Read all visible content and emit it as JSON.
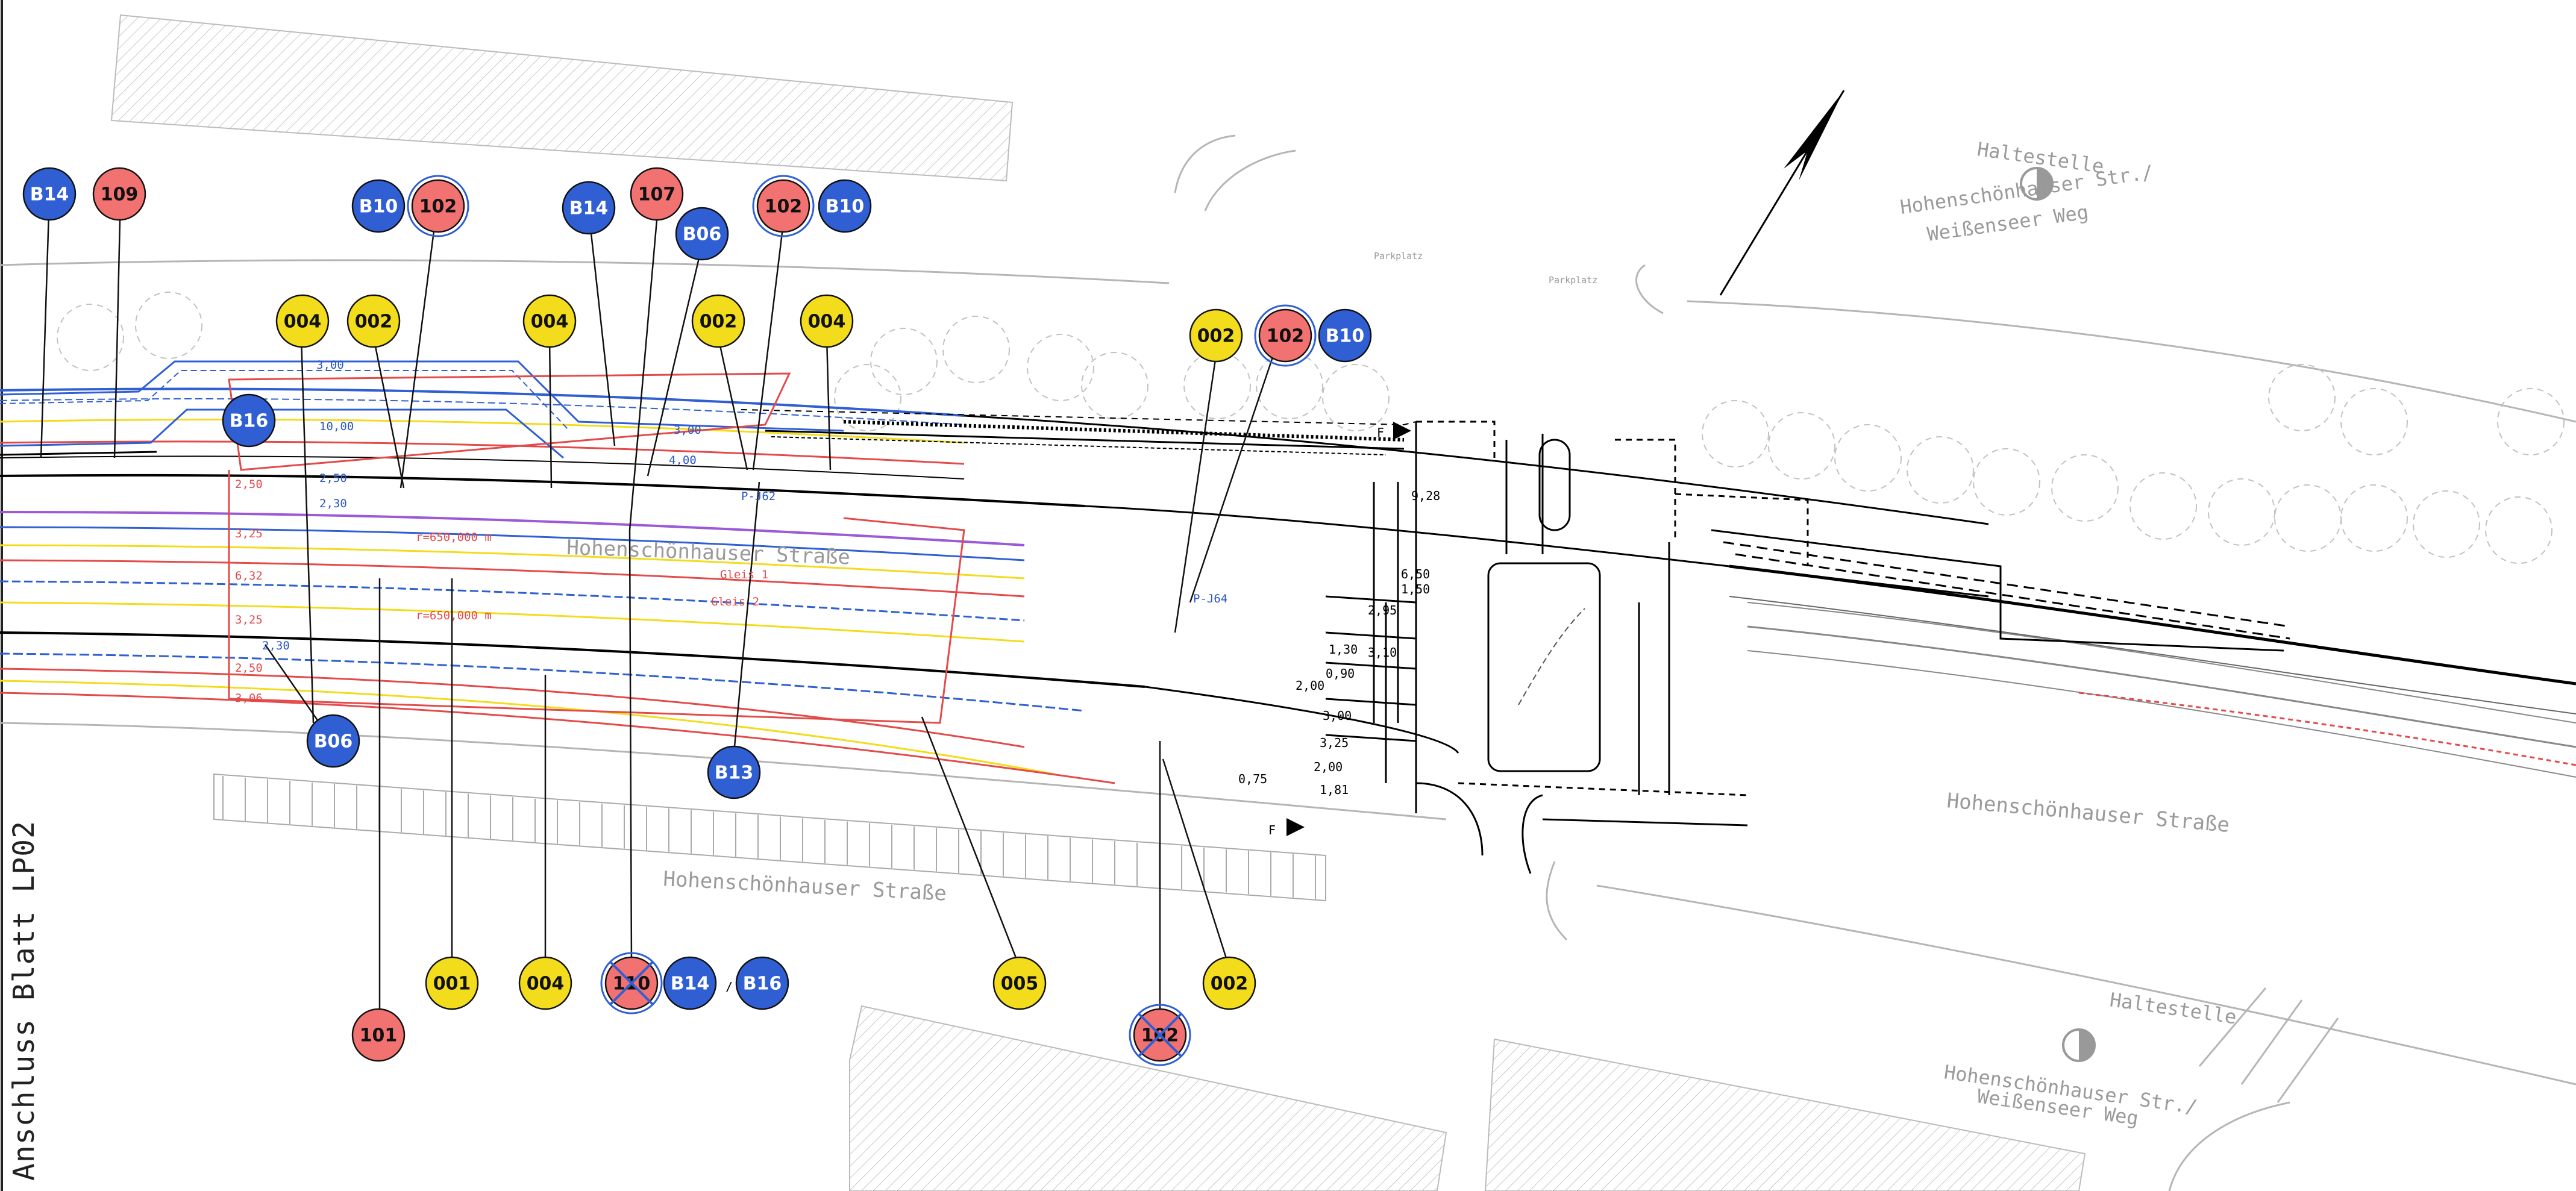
{
  "sheet": {
    "title": "Anschluss Blatt LP02"
  },
  "colors": {
    "blue": "#2f5fd3",
    "red": "#f27272",
    "yellow": "#f2dc1b",
    "ink": "#111111"
  },
  "plan": {
    "street_top": "Hohenschönhauser Straße",
    "street_bottom_left": "Hohenschönhauser Straße",
    "street_bottom_right": "Hohenschönhauser Straße",
    "stop_top": {
      "title": "Haltestelle",
      "line1": "Hohenschönhauser Str./",
      "line2": "Weißenseer Weg"
    },
    "stop_bottom": {
      "title": "Haltestelle",
      "line1": "Hohenschönhauser Str./",
      "line2": "Weißenseer Weg"
    },
    "parking_1": "Parkplatz",
    "parking_2": "Parkplatz",
    "radius_1": "r=650,000 m",
    "radius_2": "r=650,000 m",
    "gleis_1": "Gleis 1",
    "gleis_2": "Gleis 2",
    "dims_blue": [
      "3,00",
      "10,00",
      "2,50",
      "2,30",
      "3,00",
      "4,00",
      "2,30"
    ],
    "dims_red": [
      "2,50",
      "3,25",
      "6,32",
      "3,25",
      "2,50",
      "3,06"
    ],
    "dims_black": [
      "9,28",
      "6,50",
      "2,95",
      "1,50",
      "3,10",
      "1,30",
      "0,90",
      "2,00",
      "3,00",
      "3,25",
      "2,00",
      "0,75",
      "1,81"
    ],
    "points": [
      "P-J62",
      "P-J64"
    ]
  },
  "markers": [
    {
      "id": "m1",
      "label": "B14",
      "color": "blue",
      "crossed": false
    },
    {
      "id": "m2",
      "label": "109",
      "color": "red",
      "crossed": false
    },
    {
      "id": "m3",
      "label": "B10",
      "color": "blue",
      "crossed": false
    },
    {
      "id": "m4",
      "label": "102",
      "color": "red",
      "crossed": false
    },
    {
      "id": "m5",
      "label": "B14",
      "color": "blue",
      "crossed": false
    },
    {
      "id": "m6",
      "label": "107",
      "color": "red",
      "crossed": false
    },
    {
      "id": "m7",
      "label": "B06",
      "color": "blue",
      "crossed": false
    },
    {
      "id": "m8",
      "label": "102",
      "color": "red",
      "crossed": false
    },
    {
      "id": "m9",
      "label": "B10",
      "color": "blue",
      "crossed": false
    },
    {
      "id": "m10",
      "label": "004",
      "color": "yellow",
      "crossed": false
    },
    {
      "id": "m11",
      "label": "002",
      "color": "yellow",
      "crossed": false
    },
    {
      "id": "m12",
      "label": "004",
      "color": "yellow",
      "crossed": false
    },
    {
      "id": "m13",
      "label": "002",
      "color": "yellow",
      "crossed": false
    },
    {
      "id": "m14",
      "label": "004",
      "color": "yellow",
      "crossed": false
    },
    {
      "id": "m15",
      "label": "002",
      "color": "yellow",
      "crossed": false
    },
    {
      "id": "m16",
      "label": "102",
      "color": "red",
      "crossed": false
    },
    {
      "id": "m17",
      "label": "B10",
      "color": "blue",
      "crossed": false
    },
    {
      "id": "m18",
      "label": "B16",
      "color": "blue",
      "crossed": false
    },
    {
      "id": "m19",
      "label": "B06",
      "color": "blue",
      "crossed": false
    },
    {
      "id": "m20",
      "label": "B13",
      "color": "blue",
      "crossed": false
    },
    {
      "id": "m21",
      "label": "001",
      "color": "yellow",
      "crossed": false
    },
    {
      "id": "m22",
      "label": "004",
      "color": "yellow",
      "crossed": false
    },
    {
      "id": "m23",
      "label": "110",
      "color": "red",
      "crossed": true
    },
    {
      "id": "m24",
      "label": "B14",
      "color": "blue",
      "crossed": false
    },
    {
      "id": "m25",
      "label": "B16",
      "color": "blue",
      "crossed": false
    },
    {
      "id": "m26",
      "label": "005",
      "color": "yellow",
      "crossed": false
    },
    {
      "id": "m27",
      "label": "002",
      "color": "yellow",
      "crossed": false
    },
    {
      "id": "m28",
      "label": "101",
      "color": "red",
      "crossed": false
    },
    {
      "id": "m29",
      "label": "102",
      "color": "red",
      "crossed": true
    }
  ],
  "marker_separator": "/"
}
